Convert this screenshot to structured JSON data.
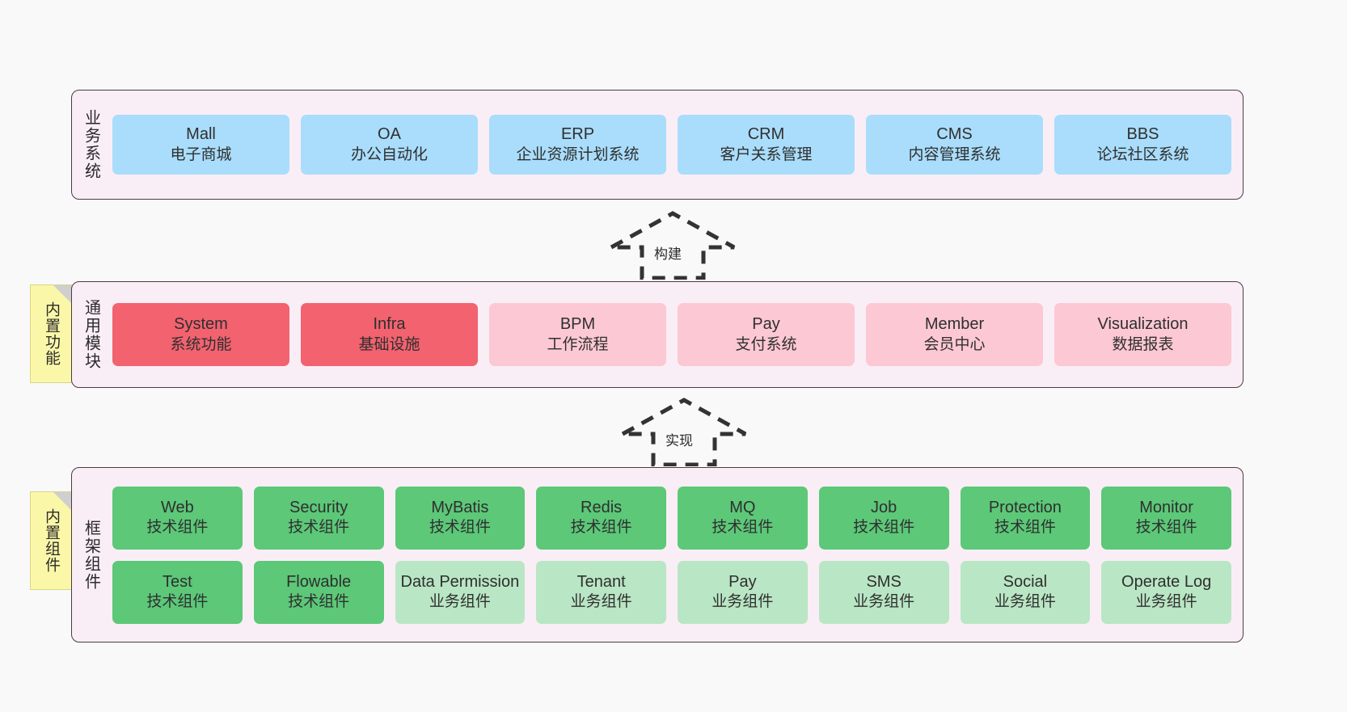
{
  "diagram": {
    "title": "ruoyi-vue-pro architecture layers",
    "background_color": "#f9f9f9",
    "panel_color": "#faeef6",
    "panel_border_color": "#4a3b44",
    "sticky_color": "#fbf7a8"
  },
  "layers": [
    {
      "id": "business",
      "title": "业务系统",
      "sticky": null,
      "rows": [
        {
          "nodes": [
            {
              "title": "Mall",
              "sub": "电子商城",
              "style": "blue",
              "color": "#a9ddfb"
            },
            {
              "title": "OA",
              "sub": "办公自动化",
              "style": "blue",
              "color": "#a9ddfb"
            },
            {
              "title": "ERP",
              "sub": "企业资源计划系统",
              "style": "blue",
              "color": "#a9ddfb"
            },
            {
              "title": "CRM",
              "sub": "客户关系管理",
              "style": "blue",
              "color": "#a9ddfb"
            },
            {
              "title": "CMS",
              "sub": "内容管理系统",
              "style": "blue",
              "color": "#a9ddfb"
            },
            {
              "title": "BBS",
              "sub": "论坛社区系统",
              "style": "blue",
              "color": "#a9ddfb"
            }
          ]
        }
      ]
    },
    {
      "id": "modules",
      "title": "通用模块",
      "sticky": "内置功能",
      "rows": [
        {
          "nodes": [
            {
              "title": "System",
              "sub": "系统功能",
              "style": "red",
              "color": "#f2626f"
            },
            {
              "title": "Infra",
              "sub": "基础设施",
              "style": "red",
              "color": "#f2626f"
            },
            {
              "title": "BPM",
              "sub": "工作流程",
              "style": "pinklight",
              "color": "#fcc8d3"
            },
            {
              "title": "Pay",
              "sub": "支付系统",
              "style": "pinklight",
              "color": "#fcc8d3"
            },
            {
              "title": "Member",
              "sub": "会员中心",
              "style": "pinklight",
              "color": "#fcc8d3"
            },
            {
              "title": "Visualization",
              "sub": "数据报表",
              "style": "pinklight",
              "color": "#fcc8d3"
            }
          ]
        }
      ]
    },
    {
      "id": "frame",
      "title": "框架组件",
      "sticky": "内置组件",
      "rows": [
        {
          "nodes": [
            {
              "title": "Web",
              "sub": "技术组件",
              "style": "greenmid",
              "color": "#5cc878"
            },
            {
              "title": "Security",
              "sub": "技术组件",
              "style": "greenmid",
              "color": "#5cc878"
            },
            {
              "title": "MyBatis",
              "sub": "技术组件",
              "style": "greenmid",
              "color": "#5cc878"
            },
            {
              "title": "Redis",
              "sub": "技术组件",
              "style": "greenmid",
              "color": "#5cc878"
            },
            {
              "title": "MQ",
              "sub": "技术组件",
              "style": "greenmid",
              "color": "#5cc878"
            },
            {
              "title": "Job",
              "sub": "技术组件",
              "style": "greenmid",
              "color": "#5cc878"
            },
            {
              "title": "Protection",
              "sub": "技术组件",
              "style": "greenmid",
              "color": "#5cc878"
            },
            {
              "title": "Monitor",
              "sub": "技术组件",
              "style": "greenmid",
              "color": "#5cc878"
            }
          ]
        },
        {
          "nodes": [
            {
              "title": "Test",
              "sub": "技术组件",
              "style": "greenmid",
              "color": "#5cc878"
            },
            {
              "title": "Flowable",
              "sub": "技术组件",
              "style": "greenmid",
              "color": "#5cc878"
            },
            {
              "title": "Data Permission",
              "sub": "业务组件",
              "style": "greenlight",
              "color": "#b9e6c4"
            },
            {
              "title": "Tenant",
              "sub": "业务组件",
              "style": "greenlight",
              "color": "#b9e6c4"
            },
            {
              "title": "Pay",
              "sub": "业务组件",
              "style": "greenlight",
              "color": "#b9e6c4"
            },
            {
              "title": "SMS",
              "sub": "业务组件",
              "style": "greenlight",
              "color": "#b9e6c4"
            },
            {
              "title": "Social",
              "sub": "业务组件",
              "style": "greenlight",
              "color": "#b9e6c4"
            },
            {
              "title": "Operate Log",
              "sub": "业务组件",
              "style": "greenlight",
              "color": "#b9e6c4"
            }
          ]
        }
      ]
    }
  ],
  "arrows": [
    {
      "id": "build",
      "label": "构建",
      "direction": "up",
      "style": "dashed-outline",
      "from": "通用模块",
      "to": "业务系统"
    },
    {
      "id": "impl",
      "label": "实现",
      "direction": "up",
      "style": "dashed-outline",
      "from": "框架组件",
      "to": "通用模块"
    }
  ]
}
